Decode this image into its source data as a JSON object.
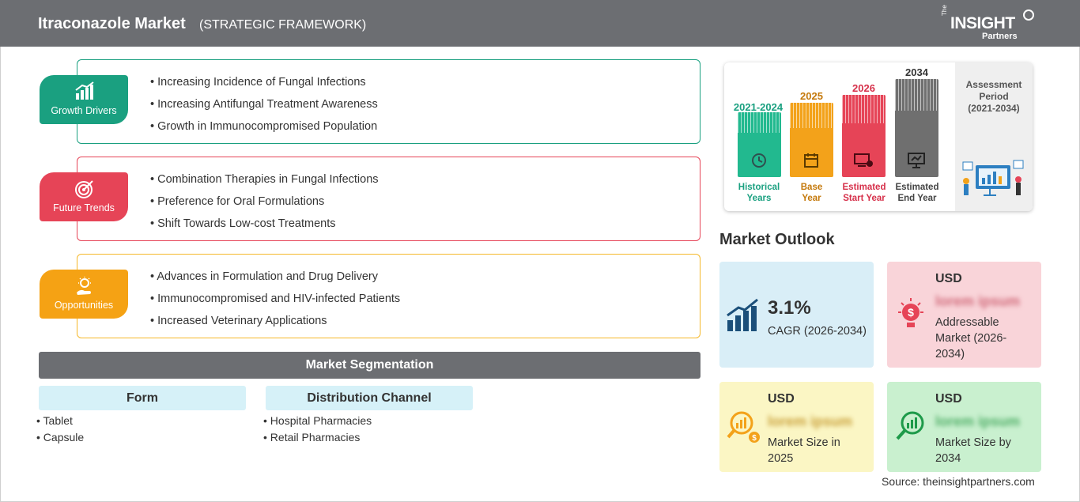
{
  "header": {
    "title": "Itraconazole Market",
    "subtitle": "(STRATEGIC FRAMEWORK)",
    "logo": {
      "the": "The",
      "insight": "INSIGHT",
      "partners": "Partners"
    }
  },
  "framework": {
    "growth_drivers": {
      "label": "Growth Drivers",
      "color": "#1aa080",
      "items": [
        "Increasing Incidence of Fungal Infections",
        "Increasing Antifungal Treatment Awareness",
        "Growth in Immunocompromised Population"
      ]
    },
    "future_trends": {
      "label": "Future Trends",
      "color": "#e64457",
      "items": [
        "Combination Therapies in Fungal Infections",
        "Preference for Oral Formulations",
        "Shift Towards Low-cost Treatments"
      ]
    },
    "opportunities": {
      "label": "Opportunities",
      "color": "#f5a214",
      "items": [
        "Advances in Formulation and Drug Delivery",
        "Immunocompromised and HIV-infected Patients",
        "Increased Veterinary Applications"
      ]
    }
  },
  "segmentation": {
    "title": "Market Segmentation",
    "form": {
      "title": "Form",
      "items": [
        "Tablet",
        "Capsule"
      ]
    },
    "distribution": {
      "title": "Distribution Channel",
      "items": [
        "Hospital Pharmacies",
        "Retail Pharmacies"
      ]
    }
  },
  "timeline": {
    "historical": {
      "year": "2021-2024",
      "label1": "Historical",
      "label2": "Years",
      "color": "#22b98f"
    },
    "base": {
      "year": "2025",
      "label1": "Base",
      "label2": "Year",
      "color": "#f3a21a"
    },
    "start": {
      "year": "2026",
      "label1": "Estimated",
      "label2": "Start Year",
      "color": "#e64457"
    },
    "end": {
      "year": "2034",
      "label1": "Estimated",
      "label2": "End Year",
      "color": "#6f6f6f"
    },
    "assessment": {
      "line1": "Assessment",
      "line2": "Period",
      "line3": "(2021-2034)"
    }
  },
  "outlook": {
    "title": "Market Outlook",
    "cagr": {
      "value": "3.1%",
      "label": "CAGR (2026-2034)",
      "bg": "#d9eef7"
    },
    "addressable": {
      "usd": "USD",
      "value": "lorem ipsum",
      "line1": "Addressable",
      "line2": "Market (2026-",
      "line3": "2034)",
      "bg": "#f9d4d9"
    },
    "size2025": {
      "usd": "USD",
      "value": "lorem ipsum",
      "line1": "Market Size in",
      "line2": "2025",
      "bg": "#fbf6c4"
    },
    "size2034": {
      "usd": "USD",
      "value": "lorem ipsum",
      "line1": "Market Size by",
      "line2": "2034",
      "bg": "#c9f0cf"
    }
  },
  "source": "Source: theinsightpartners.com"
}
